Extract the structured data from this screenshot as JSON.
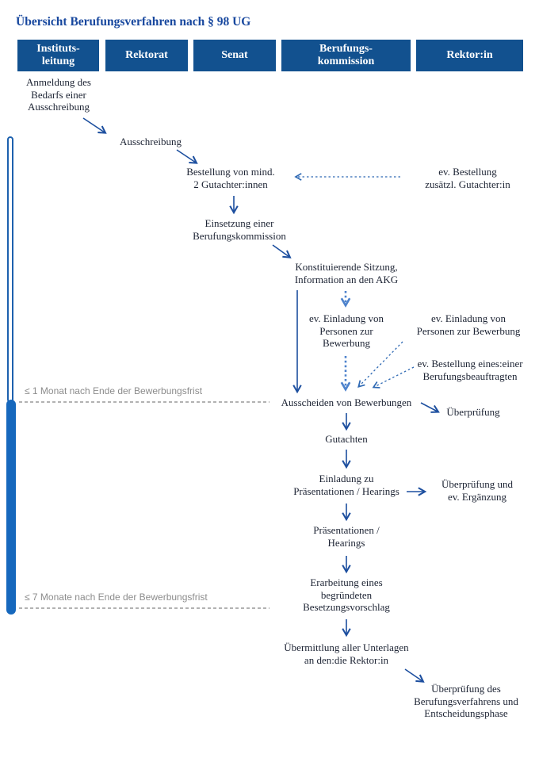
{
  "title": "Übersicht Berufungsverfahren nach § 98 UG",
  "columns": [
    "Instituts-\nleitung",
    "Rektorat",
    "Senat",
    "Berufungs-\nkommission",
    "Rektor:in"
  ],
  "nodes": {
    "anmeldung": "Anmeldung des\nBedarfs einer\nAusschreibung",
    "ausschreibung": "Ausschreibung",
    "bestellung_gutachter": "Bestellung von mind.\n2 Gutachter:innen",
    "ev_bestellung_zusaetzlich": "ev. Bestellung\nzusätzl. Gutachter:in",
    "einsetzung_kommission": "Einsetzung einer\nBerufungskommission",
    "konstituierende_sitzung": "Konstituierende Sitzung,\nInformation an den AKG",
    "ev_einladung_bewerbung": "ev. Einladung von\nPersonen zur\nBewerbung",
    "ev_einladung_bewerbung_rechts": "ev. Einladung von\nPersonen zur Bewerbung",
    "ev_berufungsbeauftragte": "ev. Bestellung eines:einer\nBerufungsbeauftragten",
    "ausscheiden": "Ausscheiden von Bewerbungen",
    "ueberpruefung": "Überprüfung",
    "gutachten": "Gutachten",
    "einladung_hearings": "Einladung zu\nPräsentationen / Hearings",
    "ueberpruefung_ergaenzung": "Überprüfung und\nev. Ergänzung",
    "praesentationen_hearings": "Präsentationen /\nHearings",
    "erarbeitung_vorschlag": "Erarbeitung eines\nbegründeten\nBesetzungsvorschlag",
    "uebermittlung_unterlagen": "Übermittlung aller Unterlagen\nan den:die Rektor:in",
    "ueberpruefung_entscheidung": "Überprüfung des\nBerufungsverfahrens und\nEntscheidungsphase"
  },
  "timeline": {
    "label_1": "≤ 1 Monat nach Ende der Bewerbungsfrist",
    "label_2": "≤ 7 Monate nach Ende der Bewerbungsfrist"
  },
  "colors": {
    "header_bg": "#12518f",
    "title_text": "#17479e",
    "arrow_solid": "#1d4f9f",
    "arrow_dashed": "#2d68b3",
    "arrow_dotted": "#4d82cc",
    "timeline_bar_fill": "#1668bd",
    "timeline_bar_outline": "#1d61ae",
    "timeline_label_text": "#8c8c8c",
    "node_text": "#1c2333"
  }
}
